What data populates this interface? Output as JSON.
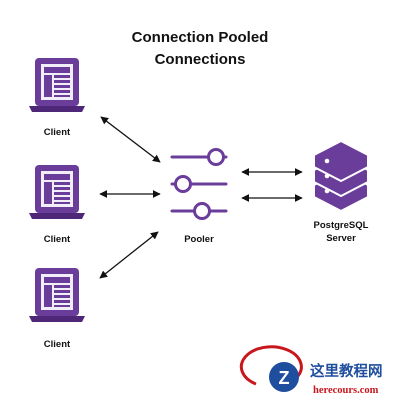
{
  "title_line1": "Connection Pooled",
  "title_line2": "Connections",
  "clients": [
    {
      "label": "Client"
    },
    {
      "label": "Client"
    },
    {
      "label": "Client"
    }
  ],
  "pooler": {
    "label": "Pooler"
  },
  "server": {
    "label_line1": "PostgreSQL",
    "label_line2": "Server"
  },
  "watermark": {
    "cn": "这里教程网",
    "en": "herecours.com"
  },
  "colors": {
    "purple": "#6a3d9a",
    "laptop_dark": "#4e2778",
    "screen_light": "#f2eef7",
    "arrow": "#111111",
    "watermark_red": "#c8161d",
    "watermark_blue": "#1f4e9e"
  },
  "icons": {
    "client": "laptop-icon",
    "pooler": "slider-controls-icon",
    "server": "database-stack-icon",
    "logo": "z-logo-icon"
  }
}
